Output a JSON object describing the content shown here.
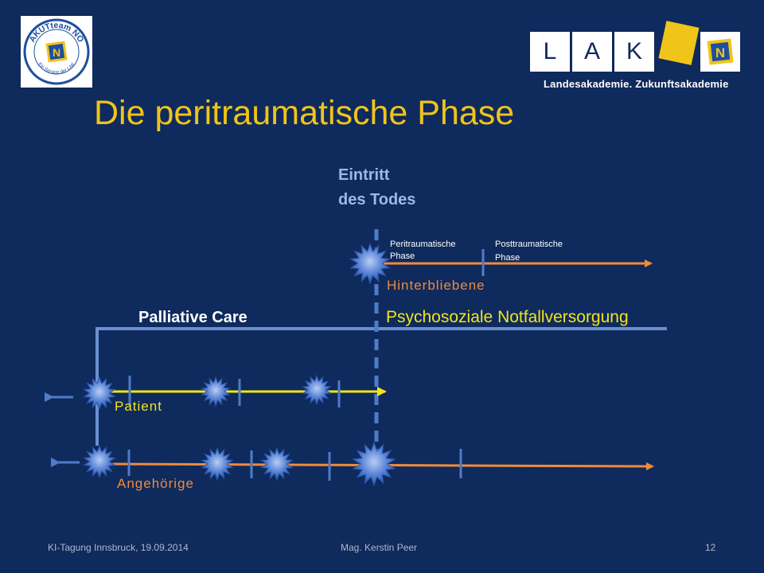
{
  "title": "Die peritraumatische Phase",
  "logos": {
    "akut_ring_text": "AKUTteam NÖ",
    "akut_ring_sub": "Ein Service der LAK",
    "lak_letters": [
      "L",
      "A",
      "K"
    ],
    "lak_subtitle": "Landesakademie. Zukunftsakademie",
    "badge_letter": "N"
  },
  "diagram": {
    "death_label_line1": "Eintritt",
    "death_label_line2": "des Todes",
    "peri_label_line1": "Peritraumatische",
    "peri_label_line2": "Phase",
    "post_label_line1": "Posttraumatische",
    "post_label_line2": "Phase",
    "bereaved_label": "Hinterbliebene",
    "palliative_label": "Palliative Care",
    "psn_label": "Psychosoziale Notfallversorgung",
    "patient_label": "Patient",
    "relatives_label": "Angehörige"
  },
  "colors": {
    "background": "#0f2a5c",
    "title": "#f0c419",
    "orange": "#f08a3c",
    "yellow": "#f2e41c",
    "blue_line": "#6a8fd0",
    "dashed": "#4f7cc8",
    "label_blue": "#9db8e8"
  },
  "footer": {
    "left": "KI-Tagung Innsbruck, 19.09.2014",
    "center": "Mag. Kerstin Peer",
    "right": "12"
  }
}
